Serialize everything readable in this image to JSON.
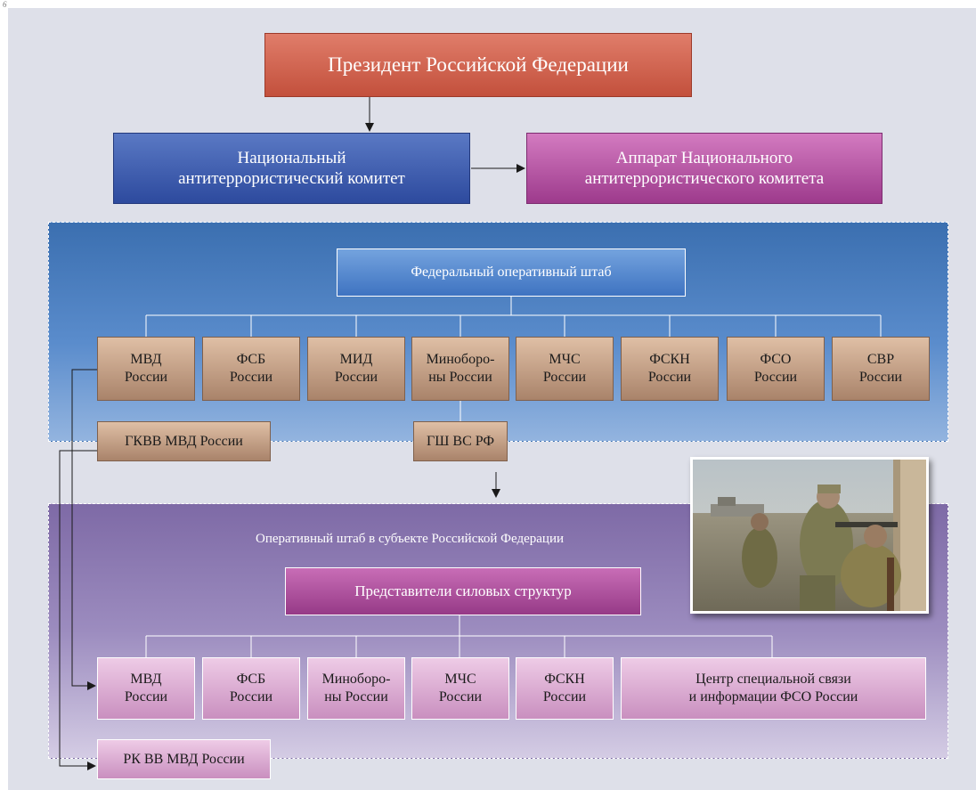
{
  "page_number": "6",
  "top": {
    "president": "Президент Российской Федерации",
    "nak": [
      "Национальный",
      "антитеррористический комитет"
    ],
    "apparatus": [
      "Аппарат Национального",
      "антитеррористического комитета"
    ]
  },
  "federal": {
    "title": "Федеральный оперативный штаб",
    "agencies": [
      [
        "МВД",
        "России"
      ],
      [
        "ФСБ",
        "России"
      ],
      [
        "МИД",
        "России"
      ],
      [
        "Миноборо-",
        "ны России"
      ],
      [
        "МЧС",
        "России"
      ],
      [
        "ФСКН",
        "России"
      ],
      [
        "ФСО",
        "России"
      ],
      [
        "СВР",
        "России"
      ]
    ],
    "gkvv": "ГКВВ МВД России",
    "gsh": "ГШ ВС РФ"
  },
  "regional": {
    "title": "Оперативный штаб в субъекте Российской Федерации",
    "reps": "Представители силовых структур",
    "agencies": [
      [
        "МВД",
        "России"
      ],
      [
        "ФСБ",
        "России"
      ],
      [
        "Минобоpo-",
        "ны России"
      ],
      [
        "МЧС",
        "России"
      ],
      [
        "ФСКН",
        "России"
      ],
      [
        "Центр специальной связи",
        "и информации ФСО России"
      ]
    ],
    "rk": "РК ВВ МВД России"
  }
}
